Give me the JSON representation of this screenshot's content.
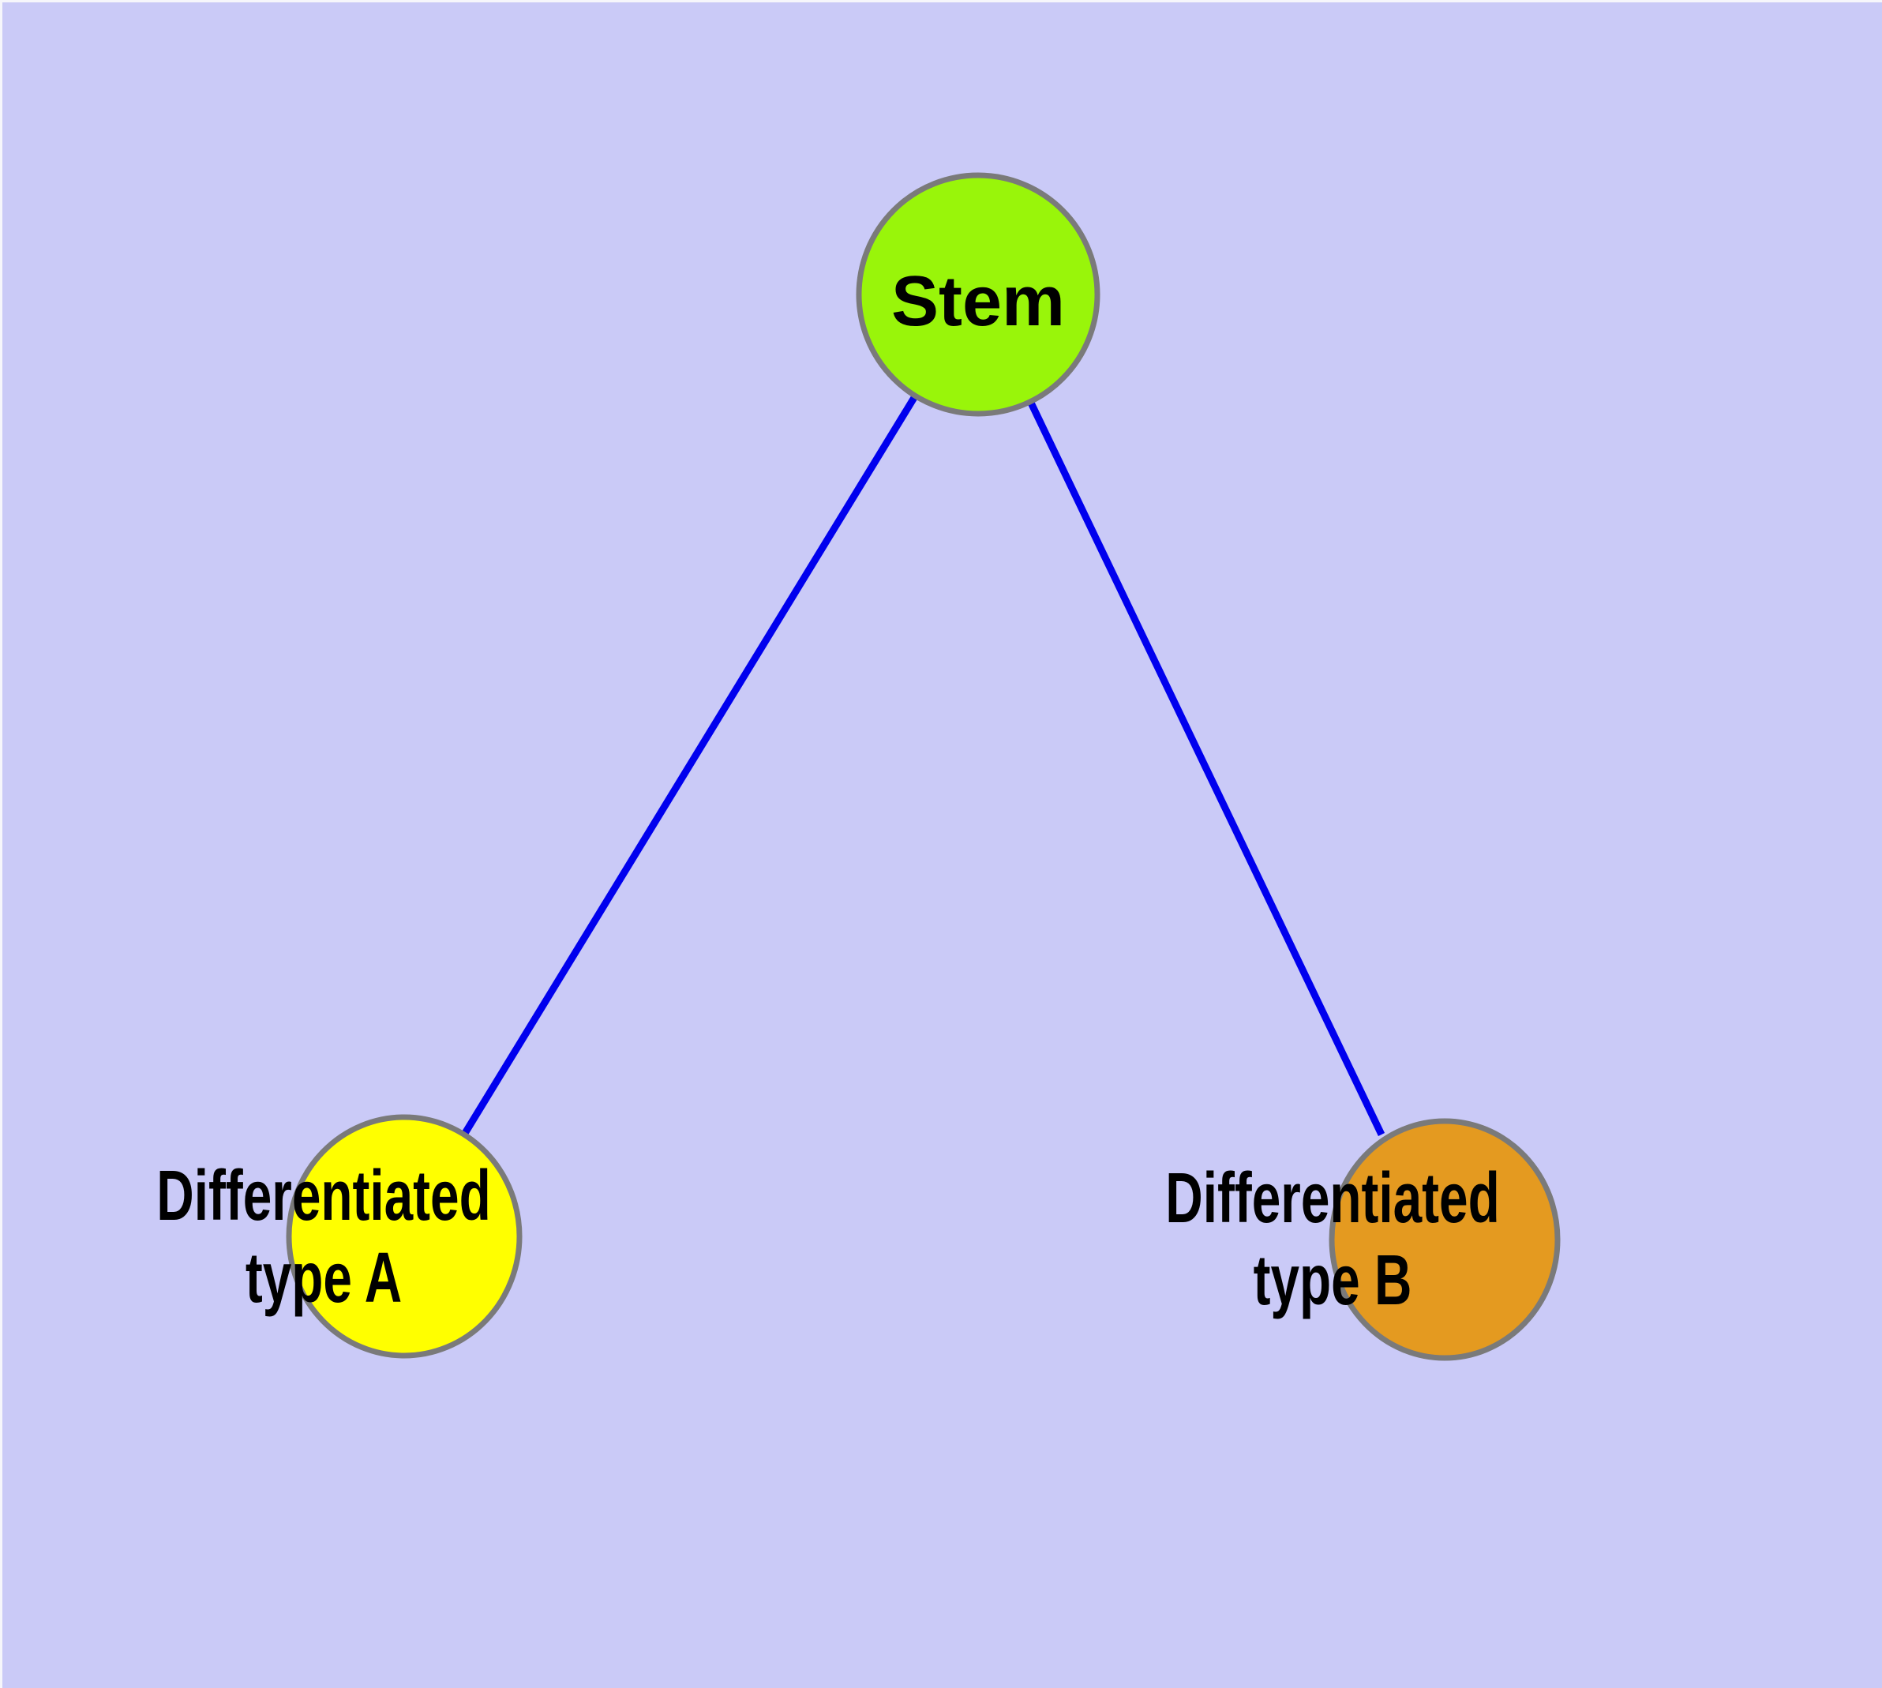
{
  "diagram": {
    "type": "node-link-graph",
    "colors": {
      "background": "#CACAF7",
      "frame": "#F6F6FB",
      "edge": "#0000EE",
      "node_border": "#7A7A7A",
      "stem_fill": "#99F50A",
      "type_a_fill": "#FFFF00",
      "type_b_fill": "#E49A20",
      "label_text": "#000000"
    },
    "nodes": {
      "stem": {
        "label": "Stem"
      },
      "type_a": {
        "label_line1": "Differentiated",
        "label_line2": "type A"
      },
      "type_b": {
        "label_line1": "Differentiated",
        "label_line2": "type B"
      }
    },
    "edges": [
      {
        "from": "Stem",
        "to": "Differentiated type A"
      },
      {
        "from": "Stem",
        "to": "Differentiated type B"
      }
    ]
  }
}
